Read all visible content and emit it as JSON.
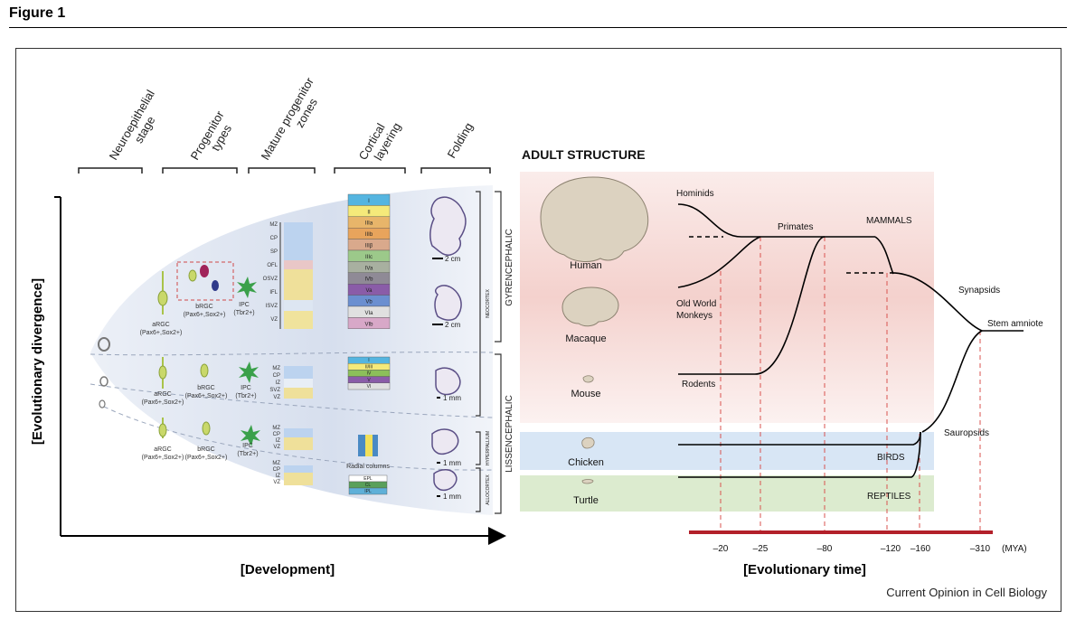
{
  "figure_title": "Figure 1",
  "credit": "Current Opinion in Cell Biology",
  "stage_headers": [
    "Neuroepithelial stage",
    "Progenitor types",
    "Mature progenitor zones",
    "Cortical layering",
    "Folding"
  ],
  "axis_y_label": "[Evolutionary divergence]",
  "axis_x_label": "[Development]",
  "adult_structure_title": "ADULT STRUCTURE",
  "evo_time_label": "[Evolutionary time]",
  "mya_unit": "(MYA)",
  "time_ticks": [
    "–20",
    "–25",
    "–80",
    "–120",
    "–160",
    "–310"
  ],
  "species": [
    "Human",
    "Macaque",
    "Mouse",
    "Chicken",
    "Turtle"
  ],
  "clades": {
    "hominids": "Hominids",
    "primates": "Primates",
    "mammals": "MAMMALS",
    "synapsids": "Synapsids",
    "stem_amniote": "Stem amniote",
    "old_world_monkeys_1": "Old World",
    "old_world_monkeys_2": "Monkeys",
    "rodents": "Rodents",
    "sauropsids": "Sauropsids",
    "birds": "BIRDS",
    "reptiles": "REPTILES"
  },
  "side_labels": {
    "gyrencephalic": "GYRENCEPHALIC",
    "lissencephalic": "LISSENCEPHALIC",
    "neocortex": "NEOCORTEX",
    "hyperpallium": "HYPERPALLIUM",
    "allocortex": "ALLOCORTEX"
  },
  "progenitors": {
    "argc": "aRGC",
    "argc_markers": "(Pax6+,Sox2+)",
    "brgc": "bRGC",
    "brgc_markers": "(Pax6+,Sox2+)",
    "ipc": "IPC",
    "ipc_markers": "(Tbr2+)"
  },
  "zones_primate": [
    "MZ",
    "CP",
    "SP",
    "OFL",
    "OSVZ",
    "IFL",
    "ISVZ",
    "VZ"
  ],
  "zones_rodent": [
    "MZ",
    "CP",
    "IZ",
    "SVZ",
    "VZ"
  ],
  "zones_bird": [
    "MZ",
    "CP",
    "IZ",
    "VZ"
  ],
  "zones_turtle": [
    "MZ",
    "CP",
    "IZ",
    "VZ"
  ],
  "layers_primate": [
    "I",
    "II",
    "IIIa",
    "IIIb",
    "IIIβ",
    "IIIc",
    "IVa",
    "IVb",
    "Va",
    "Vb",
    "VIa",
    "VIb"
  ],
  "layers_rodent": [
    "I",
    "II/III",
    "IV",
    "V",
    "VI"
  ],
  "radial_columns": "Radial columns",
  "layers_turtle": [
    "EPL",
    "CL",
    "IPL"
  ],
  "scale_bars": [
    "2 cm",
    "2 cm",
    "1 mm",
    "1 mm",
    "1 mm"
  ],
  "colors": {
    "axis": "#000000",
    "timeline_bar": "#b3202a",
    "dashed": "#d9534f",
    "mammal_band": "#f2c9c4",
    "bird_band": "#d8e6f5",
    "reptile_band": "#dcebcf",
    "dev_shade": "#c9d4e8"
  }
}
